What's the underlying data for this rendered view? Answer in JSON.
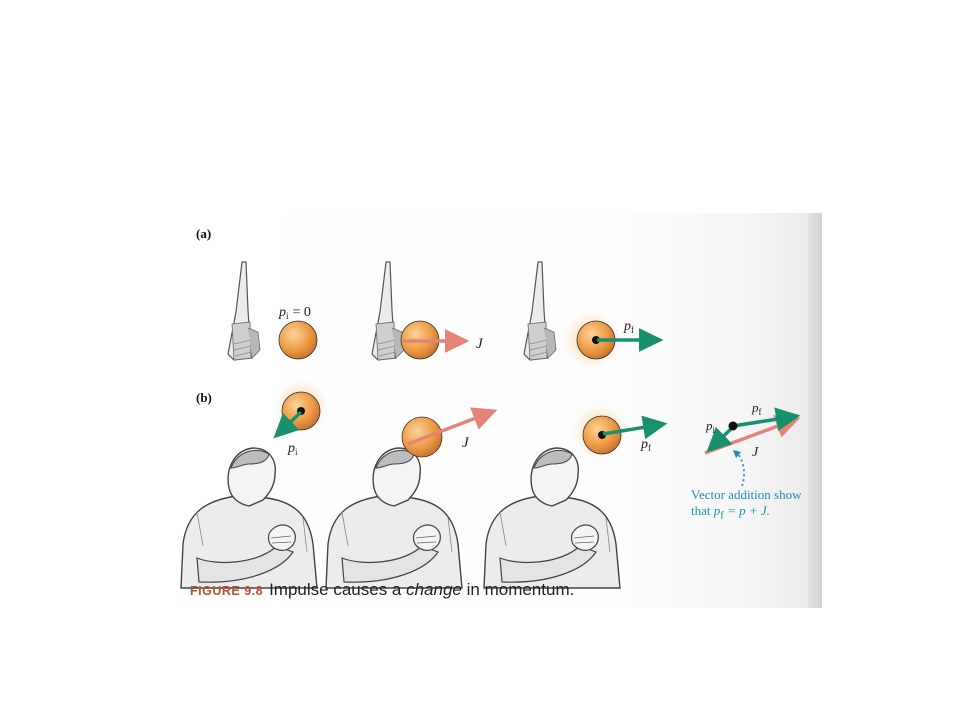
{
  "panels": {
    "a": {
      "label": "(a)"
    },
    "b": {
      "label": "(b)"
    }
  },
  "vectors": {
    "p_i": "p",
    "p_i_sub": "i",
    "p_i_eq": "= 0",
    "p_f": "p",
    "p_f_sub": "f",
    "J": "J"
  },
  "note": {
    "line1": "Vector addition show",
    "line2_prefix": "that",
    "line2_eq": "p",
    "line2_rest": "= p + J."
  },
  "caption": {
    "figure_number": "FIGURE 9.8",
    "text_before": "Impulse causes a",
    "text_emph": "change",
    "text_after": "in momentum."
  },
  "colors": {
    "ball": "#f0a04a",
    "momentum_arrow": "#16916b",
    "impulse_arrow": "#e48478",
    "note_text": "#1f8fb0",
    "caption_label": "#b5532f"
  }
}
